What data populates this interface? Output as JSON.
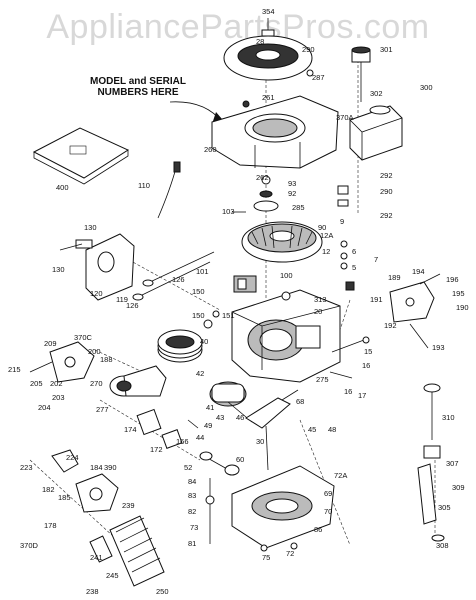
{
  "watermark": "AppliancePartsPros.com",
  "callout": {
    "line1": "MODEL and SERIAL",
    "line2": "NUMBERS HERE"
  },
  "labels": {
    "l354": "354",
    "l28": "28",
    "l290": "290",
    "l287": "287",
    "l301": "301",
    "l300": "300",
    "l302": "302",
    "l261": "261",
    "l370A": "370A",
    "l260": "260",
    "l400": "400",
    "l110": "110",
    "l262": "262",
    "l93": "93",
    "l92": "92",
    "l285": "285",
    "l292a": "292",
    "l290b": "290",
    "l292b": "292",
    "l103": "103",
    "l9": "9",
    "l90": "90",
    "l12A": "12A",
    "l12": "12",
    "l6": "6",
    "l5": "5",
    "l7": "7",
    "l130a": "130",
    "l130b": "130",
    "l120": "120",
    "l119": "119",
    "l126a": "126",
    "l126b": "126",
    "l101": "101",
    "l100": "100",
    "l150a": "150",
    "l313": "313",
    "l20": "20",
    "l189": "189",
    "l194": "194",
    "l196": "196",
    "l191": "191",
    "l195": "195",
    "l190": "190",
    "l192": "192",
    "l193": "193",
    "l209": "209",
    "l370C": "370C",
    "l200": "200",
    "l188": "188",
    "l150b": "150",
    "l151": "151",
    "l40": "40",
    "l42": "42",
    "l15": "15",
    "l16a": "16",
    "l215": "215",
    "l205": "205",
    "l202": "202",
    "l204": "204",
    "l203": "203",
    "l270": "270",
    "l277": "277",
    "l41": "41",
    "l43": "43",
    "l275": "275",
    "l16b": "16",
    "l17": "17",
    "l68": "68",
    "l310": "310",
    "l174": "174",
    "l172": "172",
    "l166": "166",
    "l46": "46",
    "l45": "45",
    "l48": "48",
    "l49": "49",
    "l44": "44",
    "l30": "30",
    "l223": "223",
    "l224": "224",
    "l182": "182",
    "l184": "184",
    "l390": "390",
    "l185": "185",
    "l60": "60",
    "l52": "52",
    "l84": "84",
    "l83": "83",
    "l82": "82",
    "l73": "73",
    "l72A": "72A",
    "l69": "69",
    "l70": "70",
    "l307": "307",
    "l309": "309",
    "l305": "305",
    "l239": "239",
    "l178": "178",
    "l370D": "370D",
    "l241": "241",
    "l245": "245",
    "l238": "238",
    "l250": "250",
    "l81": "81",
    "l75": "75",
    "l72": "72",
    "l308": "308",
    "l86": "86"
  }
}
